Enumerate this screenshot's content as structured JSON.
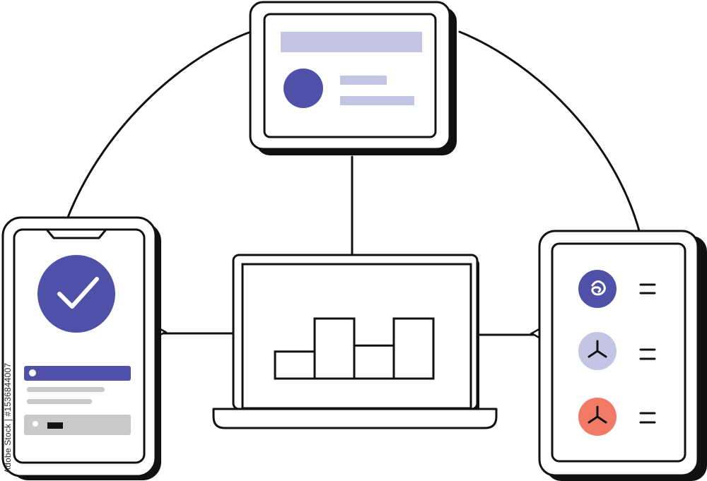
{
  "scene": {
    "colors": {
      "stroke": "#111111",
      "shadow": "#111111",
      "purple": "#4f51a8",
      "lavender": "#c4c5e4",
      "gray": "#c9c9c9",
      "coral": "#f07a66",
      "background": "#ffffff"
    },
    "devices": {
      "tablet_top": {
        "name": "tablet-top",
        "content": [
          "header-bar",
          "avatar-circle",
          "text-line-short",
          "text-line-long"
        ]
      },
      "phone_left": {
        "name": "phone-left",
        "content": [
          "checkmark-icon",
          "progress-bar",
          "text-lines",
          "input-field"
        ]
      },
      "laptop_center": {
        "name": "laptop-center",
        "content": [
          "bar-chart"
        ]
      },
      "tablet_right": {
        "name": "tablet-right",
        "content": [
          "list-item-1",
          "list-item-2",
          "list-item-3"
        ]
      }
    },
    "laptop_chart_bars": [
      0.45,
      1.0,
      0.55,
      1.0
    ],
    "right_list_icons": [
      "swirl-icon",
      "fan-icon",
      "fan-icon"
    ]
  },
  "watermark": {
    "text": "Adobe Stock | #1536844007"
  }
}
